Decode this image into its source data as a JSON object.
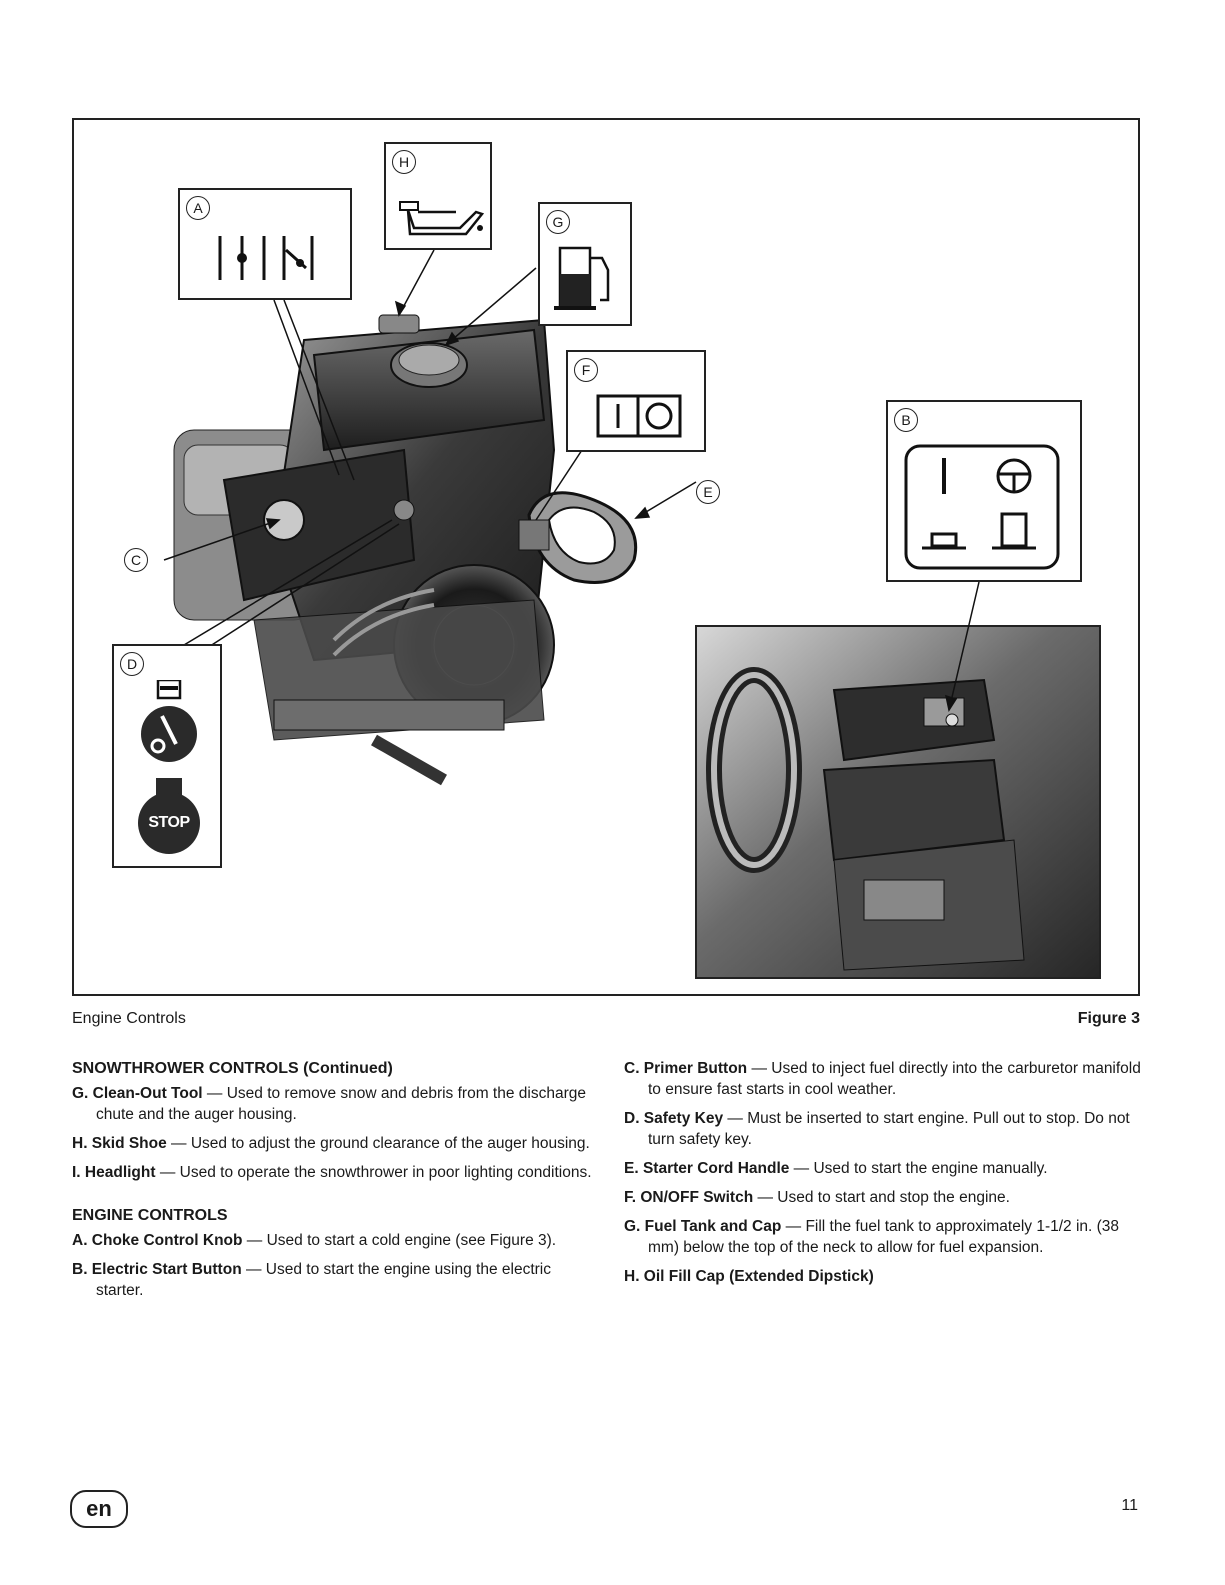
{
  "figure": {
    "callouts": {
      "a": "A",
      "b": "B",
      "c": "C",
      "d": "D",
      "e": "E",
      "f": "F",
      "g": "G",
      "h": "H"
    },
    "stop_label": "STOP",
    "caption": "Engine Controls",
    "figure_label": "Figure 3"
  },
  "left_column": {
    "heading_1": "SNOWTHROWER CONTROLS (Continued)",
    "items_1": [
      {
        "term": "G. Clean-Out Tool",
        "desc": " — Used to remove snow and debris from the discharge chute and the auger housing."
      },
      {
        "term": "H. Skid Shoe",
        "desc": " — Used to adjust the ground clearance of the auger housing."
      },
      {
        "term": "I.  Headlight",
        "desc": " — Used to operate the snowthrower in poor lighting conditions."
      }
    ],
    "heading_2": "ENGINE CONTROLS",
    "items_2": [
      {
        "term": "A. Choke Control Knob",
        "desc": " — Used to start a cold engine (see Figure 3)."
      },
      {
        "term": "B. Electric Start Button",
        "desc": " — Used to start the engine using the electric starter."
      }
    ]
  },
  "right_column": {
    "items": [
      {
        "term": "C. Primer Button",
        "desc": " — Used to inject fuel directly into the carburetor manifold to ensure fast starts in cool weather."
      },
      {
        "term": "D. Safety Key",
        "desc": " — Must be inserted to start engine. Pull out to stop. Do not turn safety key."
      },
      {
        "term": "E. Starter Cord Handle",
        "desc": " — Used to start the engine manually."
      },
      {
        "term": "F. ON/OFF Switch",
        "desc": " — Used to start and stop the engine."
      },
      {
        "term": "G. Fuel Tank and Cap",
        "desc": " — Fill the fuel tank to approximately 1-1/2 in. (38 mm) below the top of the neck to allow for fuel expansion."
      },
      {
        "term": "H. Oil Fill Cap (Extended Dipstick)",
        "desc": ""
      }
    ]
  },
  "footer": {
    "lang": "en",
    "page_number": "11"
  }
}
